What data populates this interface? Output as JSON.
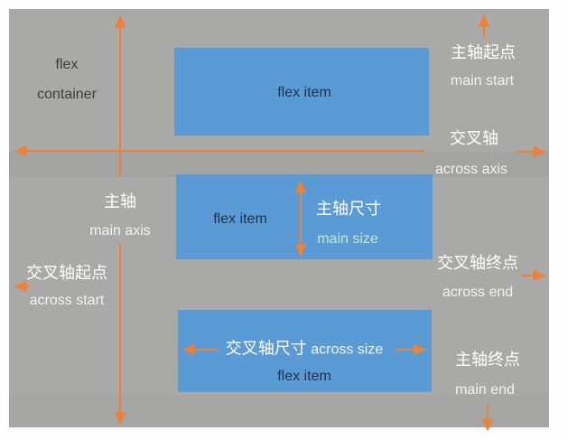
{
  "diagram": {
    "title": "flexbox axes diagram",
    "container": {
      "line1": "flex",
      "line2": "container"
    },
    "boxes": {
      "top": {
        "label": "flex item"
      },
      "middle": {
        "label": "flex item"
      },
      "bottom": {
        "label": "flex item"
      }
    },
    "axis_labels": {
      "main_start": {
        "zh": "主轴起点",
        "en": "main start"
      },
      "across_axis": {
        "zh": "交叉轴",
        "en": "across axis"
      },
      "main_axis": {
        "zh": "主轴",
        "en": "main axis"
      },
      "across_start": {
        "zh": "交叉轴起点",
        "en": "across start"
      },
      "main_size": {
        "zh": "主轴尺寸",
        "en": "main size"
      },
      "across_end": {
        "zh": "交叉轴终点",
        "en": "across end"
      },
      "across_size": {
        "zh": "交叉轴尺寸",
        "en": "across size"
      },
      "main_end": {
        "zh": "主轴终点",
        "en": "main end"
      }
    },
    "arrows": [
      "main-axis-arrow-up",
      "main-axis-arrow-down",
      "cross-axis-arrow-left",
      "cross-axis-arrow-right",
      "main-start-arrow-up",
      "across-end-arrow-right",
      "across-start-arrow-left",
      "main-end-arrow-down",
      "main-size-double-arrow",
      "across-size-arrow-left",
      "across-size-arrow-right"
    ],
    "colors": {
      "page_bg": "#fdfdfd",
      "container_bg": "#a9a9a7",
      "item_bg": "#5b9bd5",
      "arrow": "#ed8138",
      "item_text": "#1d3150",
      "dark_text": "#3d3d3d",
      "zh_text": "#ffffff",
      "en_text": "#f2f2f2",
      "green_text": "#bfe8cd"
    }
  }
}
